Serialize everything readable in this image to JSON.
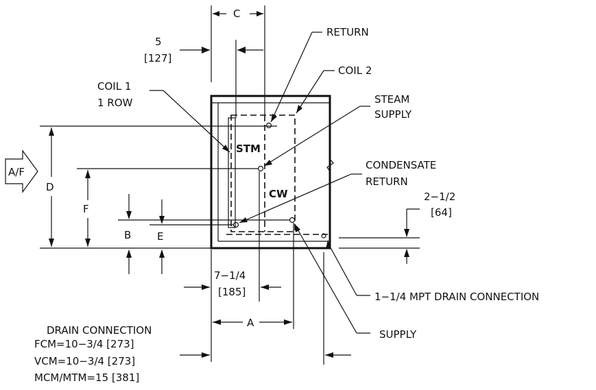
{
  "labels": {
    "dim_c": "C",
    "dim_5": "5",
    "dim_5_mm": "[127]",
    "return": "RETURN",
    "coil2": "COIL 2",
    "coil1": "COIL 1",
    "coil1_rows": "1 ROW",
    "steam": "STEAM",
    "steam_supply": "SUPPLY",
    "airflow": "A/F",
    "stm": "STM",
    "cw": "CW",
    "condensate": "CONDENSATE",
    "condensate_return": "RETURN",
    "dim_d": "D",
    "dim_f": "F",
    "dim_b": "B",
    "dim_e": "E",
    "dim_2_1_2": "2−1/2",
    "dim_2_1_2_mm": "[64]",
    "dim_7_1_4": "7−1/4",
    "dim_7_1_4_mm": "[185]",
    "drain_mpt": "1−1/4  MPT  DRAIN  CONNECTION",
    "dim_a": "A",
    "supply": "SUPPLY"
  },
  "drain_table": {
    "title": "DRAIN  CONNECTION",
    "rows": [
      "FCM=10−3/4  [273]",
      "VCM=10−3/4  [273]",
      "MCM/MTM=15  [381]"
    ]
  }
}
